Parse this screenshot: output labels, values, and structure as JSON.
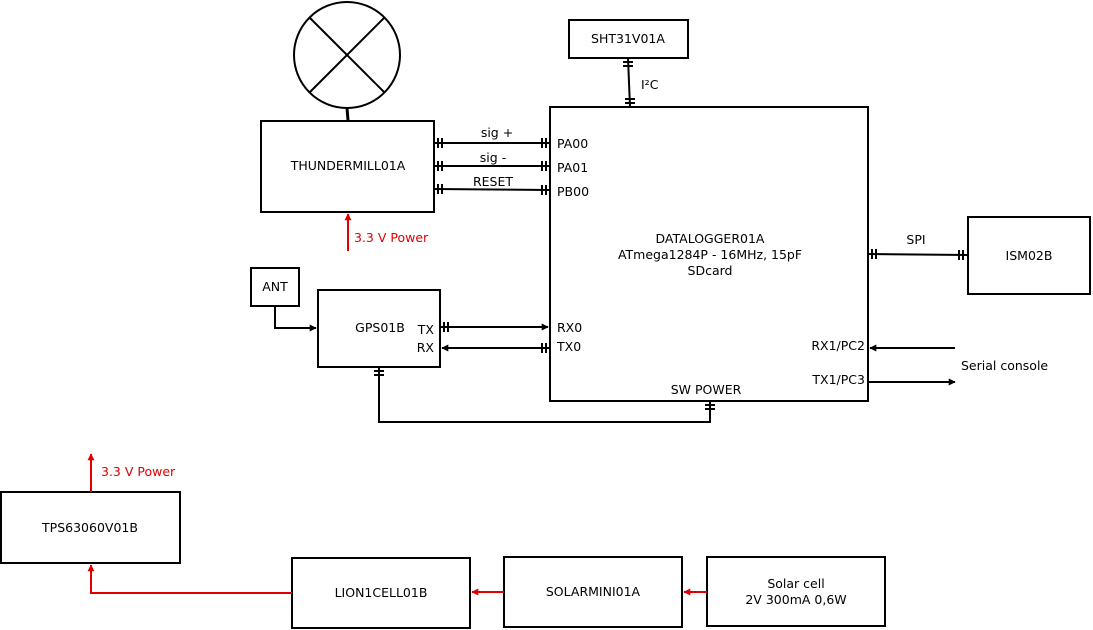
{
  "blocks": {
    "sht31": "SHT31V01A",
    "thundermill": "THUNDERMILL01A",
    "datalogger_name": "DATALOGGER01A",
    "datalogger_mcu": "ATmega1284P - 16MHz, 15pF",
    "datalogger_storage": "SDcard",
    "ism": "ISM02B",
    "ant": "ANT",
    "gps": "GPS01B",
    "tps": "TPS63060V01B",
    "lion": "LION1CELL01B",
    "solarmini": "SOLARMINI01A",
    "solar_cell_line1": "Solar cell",
    "solar_cell_line2": "2V 300mA 0,6W"
  },
  "labels": {
    "i2c": "I²C",
    "sig_plus": "sig +",
    "sig_minus": "sig -",
    "reset": "RESET",
    "spi": "SPI",
    "power_thundermill": "3.3 V Power",
    "power_tps": "3.3 V Power",
    "serial_console": "Serial console",
    "sw_power": "SW POWER",
    "gps_tx": "TX",
    "gps_rx": "RX"
  },
  "pins": {
    "pa00": "PA00",
    "pa01": "PA01",
    "pb00": "PB00",
    "rx0": "RX0",
    "tx0": "TX0",
    "rx1": "RX1/PC2",
    "tx1": "TX1/PC3"
  },
  "colors": {
    "line": "#000000",
    "power": "#e00000"
  },
  "icons": {
    "sensor_symbol": "circle-cross-icon"
  }
}
